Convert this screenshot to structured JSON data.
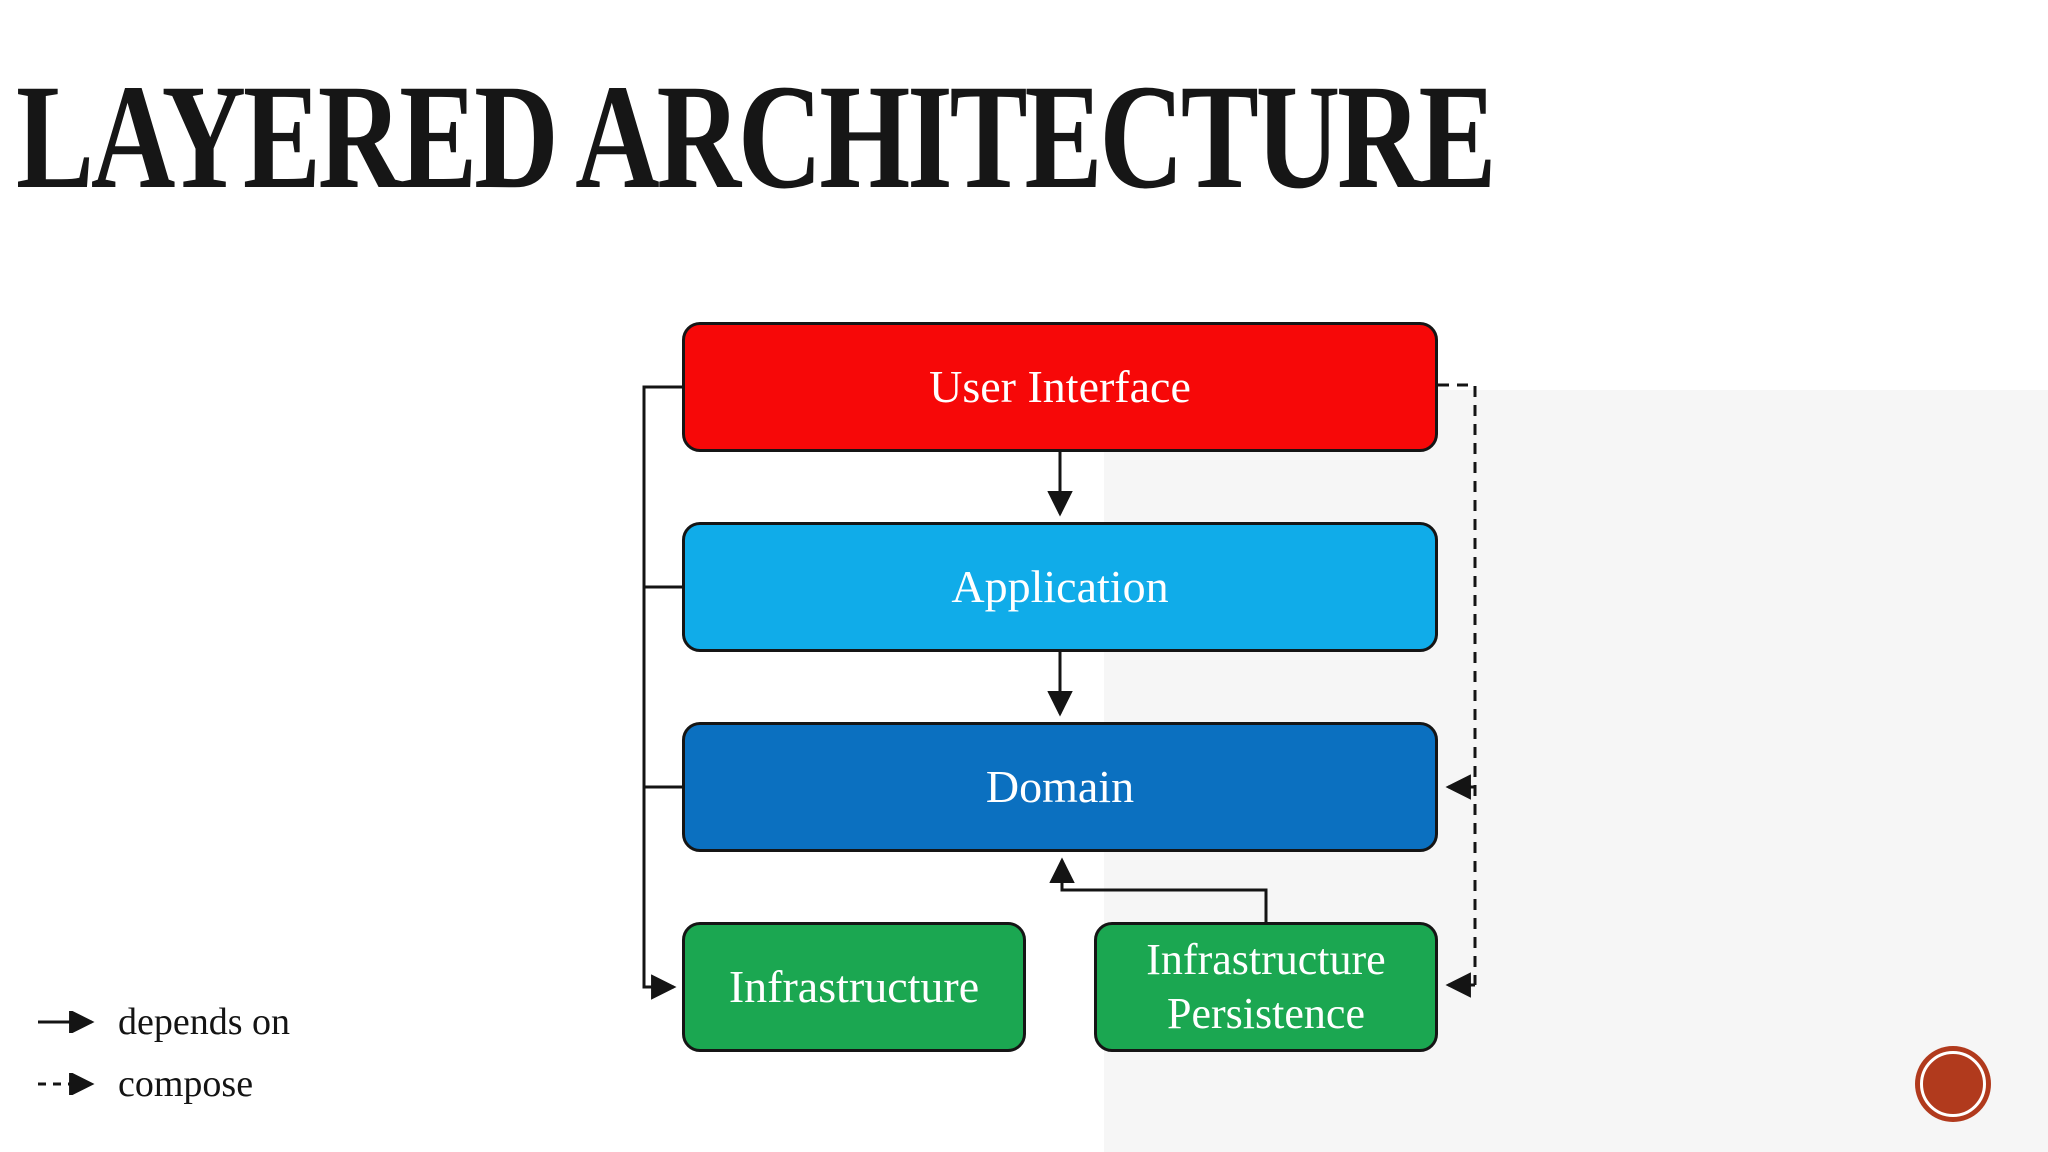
{
  "title": "LAYERED ARCHITECTURE",
  "diagram": {
    "layers": [
      {
        "id": "user-interface",
        "label": "User Interface",
        "color": "#f70808"
      },
      {
        "id": "application",
        "label": "Application",
        "color": "#10ace9"
      },
      {
        "id": "domain",
        "label": "Domain",
        "color": "#0b70c0"
      },
      {
        "id": "infrastructure",
        "label": "Infrastructure",
        "color": "#1ba751"
      },
      {
        "id": "infrastructure-persistence",
        "label": "Infrastructure Persistence",
        "color": "#1ba751"
      }
    ],
    "relations": [
      {
        "from": "User Interface",
        "to": "Application",
        "type": "depends on"
      },
      {
        "from": "Application",
        "to": "Domain",
        "type": "depends on"
      },
      {
        "from": "User Interface",
        "to": "Infrastructure",
        "type": "depends on"
      },
      {
        "from": "Application",
        "to": "Infrastructure",
        "type": "depends on"
      },
      {
        "from": "Domain",
        "to": "Infrastructure",
        "type": "depends on"
      },
      {
        "from": "Infrastructure Persistence",
        "to": "Domain",
        "type": "depends on"
      },
      {
        "from": "User Interface",
        "to": "Domain",
        "type": "compose"
      },
      {
        "from": "User Interface",
        "to": "Infrastructure Persistence",
        "type": "compose"
      }
    ],
    "line_color": "#141414"
  },
  "legend": {
    "items": [
      {
        "style": "solid",
        "label": "depends on"
      },
      {
        "style": "dashed",
        "label": "compose"
      }
    ]
  },
  "decoration": {
    "stamp_color": "#b13a1d"
  }
}
